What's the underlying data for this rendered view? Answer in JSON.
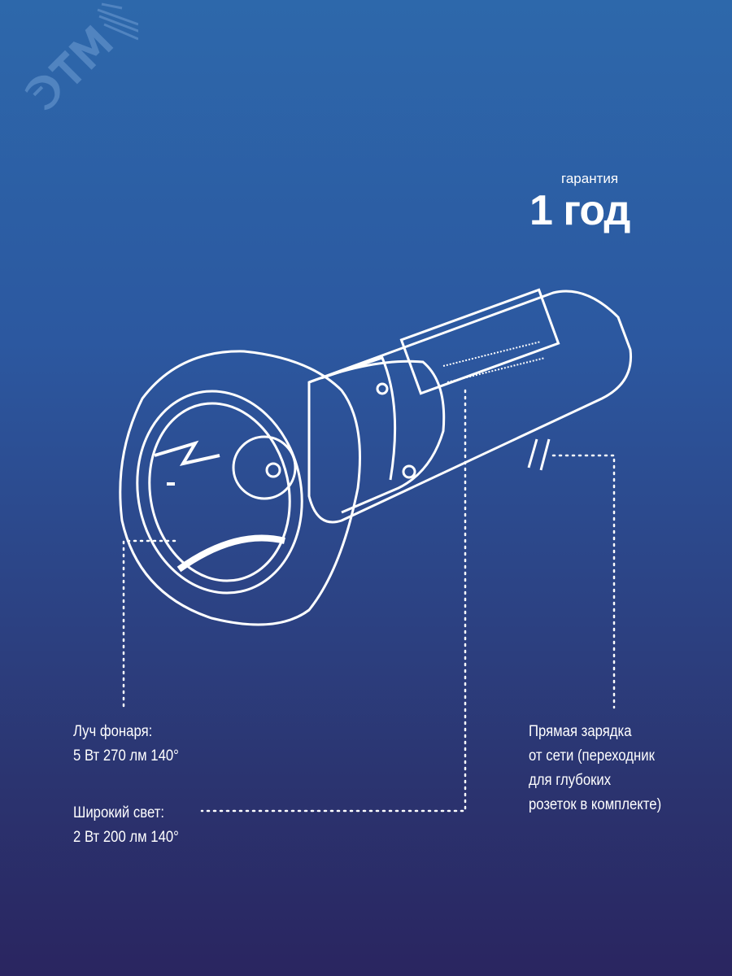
{
  "logo": {
    "text": "ЭТМ"
  },
  "warranty": {
    "label": "гарантия",
    "value": "1 год"
  },
  "features": {
    "beam": {
      "line1": "Луч фонаря:",
      "line2": "5 Вт 270 лм 140°"
    },
    "wide": {
      "line1": "Широкий свет:",
      "line2": "2 Вт 200 лм 140°"
    },
    "charge": {
      "line1": "Прямая зарядка",
      "line2": "от сети (переходник",
      "line3": "для глубоких",
      "line4": "розеток в комплекте)"
    }
  },
  "colors": {
    "bg_top": "#2d68ab",
    "bg_bottom": "#2a2560",
    "line": "#ffffff"
  }
}
